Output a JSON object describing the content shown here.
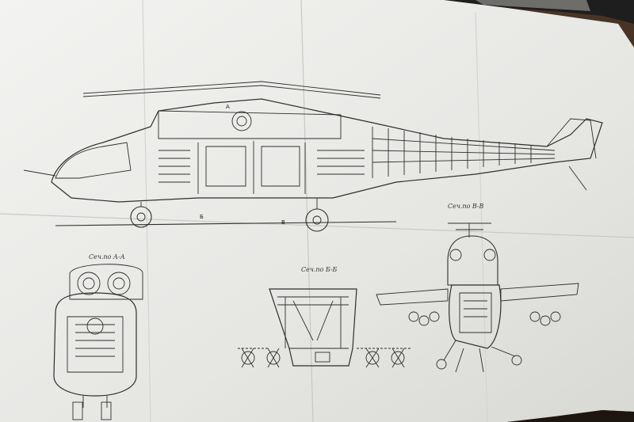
{
  "photo": {
    "colors": {
      "paper": "#e9e9e6",
      "paper_shadow": "#cfcfcb",
      "ink": "#2b2b2b",
      "desk": "#3a2a1e",
      "book": "#1c1c1c"
    }
  },
  "section_labels": {
    "a_a": "Сеч.по А-А",
    "b_b": "Сеч.по Б-Б",
    "v_v": "Сеч.по В-В"
  },
  "callouts": {
    "c1": "Б",
    "c2": "В",
    "c3": "А"
  }
}
